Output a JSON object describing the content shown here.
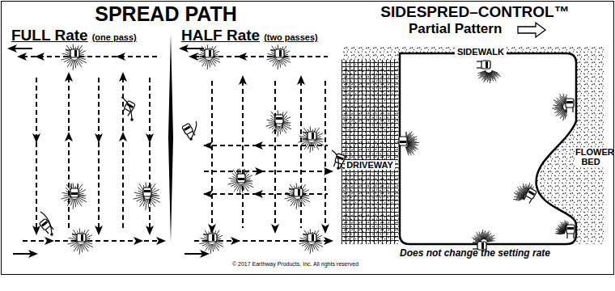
{
  "diagram": {
    "title": "SPREAD PATH",
    "labels": [
      "FULL Rate",
      "(one pass)",
      "HALF Rate",
      "(two passes)",
      "SIDESPRED–CONTROL™",
      "Partial Pattern",
      "SIDEWALK",
      "DRIVEWAY",
      "FLOWER BED",
      "Does not change the setting rate",
      "© 2017 Earthway Products, Inc.  All rights reserved"
    ]
  }
}
